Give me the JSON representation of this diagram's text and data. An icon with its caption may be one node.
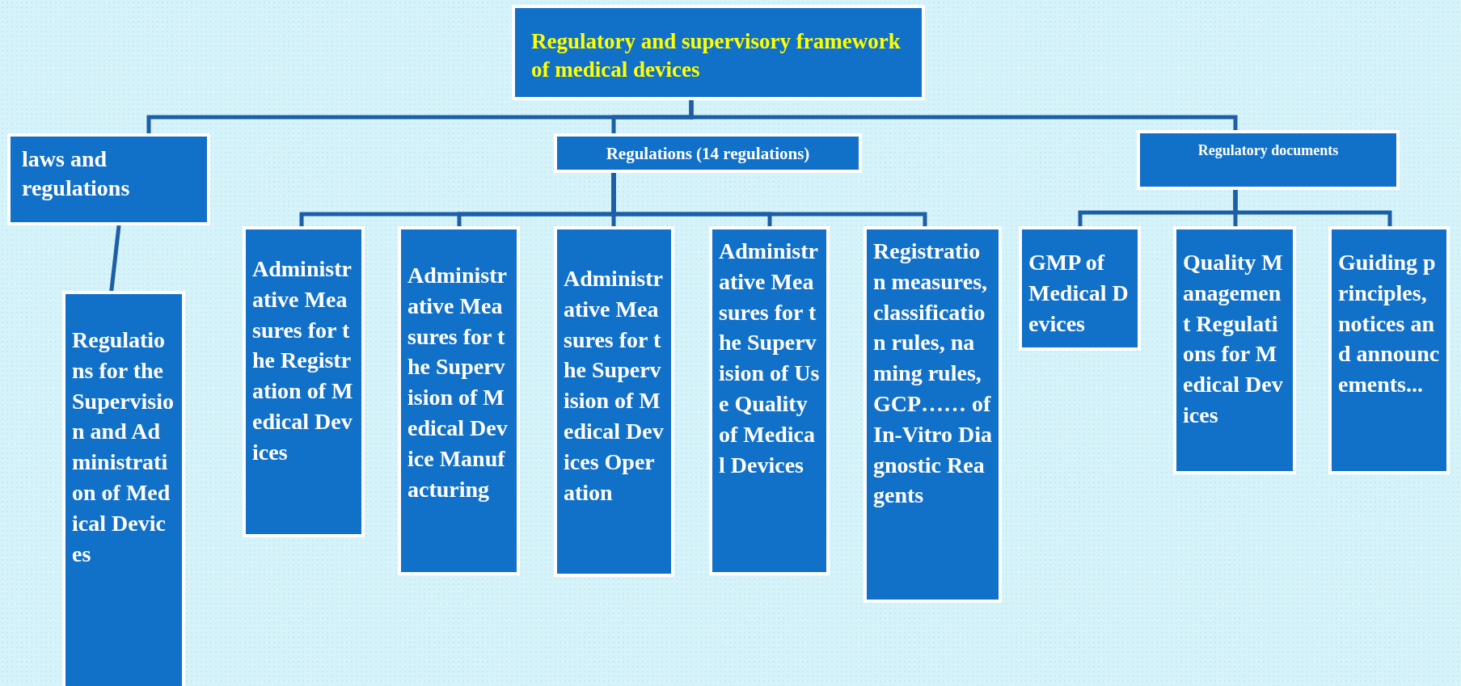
{
  "diagram": {
    "nodes": [
      {
        "text": [
          "Regulatory and supervisory framework of medical devices"
        ]
      },
      {
        "text": [
          "laws and regulations"
        ]
      },
      {
        "text": [
          "Regulations (14 regulations)"
        ]
      },
      {
        "text": [
          "Regulatory documents"
        ]
      },
      {
        "text": [
          "Regulations for the Supervision and Administration of Medical Devices"
        ]
      },
      {
        "text": [
          "Administrative Measures for the Registration of Medical Devices"
        ]
      },
      {
        "text": [
          "Administrative Measures for the Supervision of Medical Device Manufacturing"
        ]
      },
      {
        "text": [
          "Administrative Measures for the Supervision of Medical Devices Operation"
        ]
      },
      {
        "text": [
          "Administrative Measures for the Supervision of Use Quality of Medical Devices"
        ]
      },
      {
        "text": [
          "Registration measures, classification rules, naming rules, GCP…… of In-Vitro Diagnostic Reagents"
        ]
      },
      {
        "text": [
          "GMP of Medical Devices"
        ]
      },
      {
        "text": [
          "Quality Management Regulations for Medical Devices"
        ]
      },
      {
        "text": [
          "Guiding principles, notices and announcements..."
        ]
      }
    ],
    "edges": [
      {
        "from": 0,
        "to": 1,
        "arrow": "none"
      },
      {
        "from": 0,
        "to": 2,
        "arrow": "none"
      },
      {
        "from": 0,
        "to": 3,
        "arrow": "none"
      },
      {
        "from": 1,
        "to": 4,
        "arrow": "none"
      },
      {
        "from": 2,
        "to": 5,
        "arrow": "none"
      },
      {
        "from": 2,
        "to": 6,
        "arrow": "none"
      },
      {
        "from": 2,
        "to": 7,
        "arrow": "none"
      },
      {
        "from": 2,
        "to": 8,
        "arrow": "none"
      },
      {
        "from": 2,
        "to": 9,
        "arrow": "none"
      },
      {
        "from": 3,
        "to": 10,
        "arrow": "none"
      },
      {
        "from": 3,
        "to": 11,
        "arrow": "none"
      },
      {
        "from": 3,
        "to": 12,
        "arrow": "none"
      }
    ]
  }
}
